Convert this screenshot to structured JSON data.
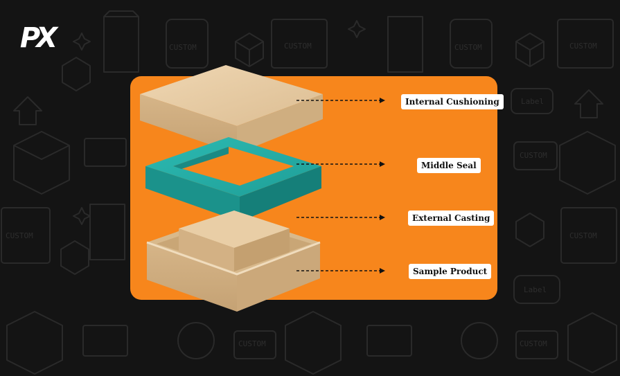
{
  "brand": {
    "logo_text": "PX"
  },
  "background": {
    "color": "#141414",
    "pattern_words": [
      "CUSTOM",
      "Label"
    ]
  },
  "panel": {
    "color": "#f7861c"
  },
  "layers": [
    {
      "id": "lid",
      "name": "Internal Cushioning",
      "color": "#e5c8a0"
    },
    {
      "id": "seal",
      "name": "Middle Seal",
      "color": "#22a8a1"
    },
    {
      "id": "casting",
      "name": "External Casting",
      "color": "#e5c8a0"
    },
    {
      "id": "product",
      "name": "Sample Product",
      "color": "#dfc196"
    }
  ]
}
